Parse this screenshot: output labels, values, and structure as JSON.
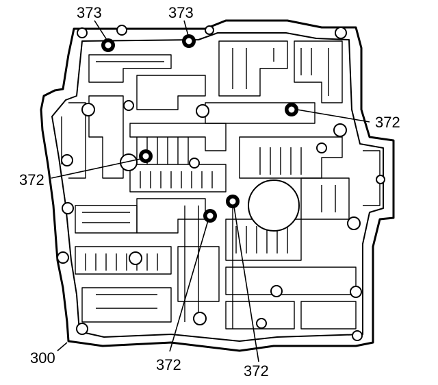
{
  "callouts": {
    "seal_top_left": "373",
    "seal_top_center": "373",
    "seal_right": "372",
    "seal_left": "372",
    "seal_bottom_center": "372",
    "seal_bottom_right": "372",
    "spacer_plate": "300"
  },
  "colors": {
    "line": "#000000",
    "background": "#ffffff"
  }
}
